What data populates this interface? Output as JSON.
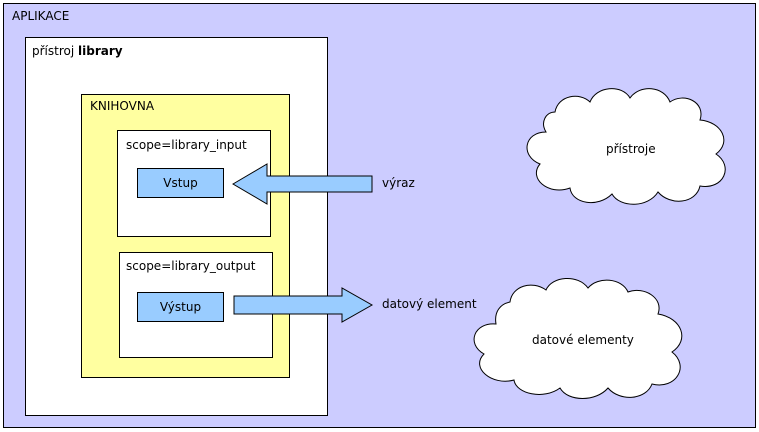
{
  "app": {
    "label": "APLIKACE"
  },
  "device": {
    "label_prefix": "přístroj",
    "label_name": "library"
  },
  "library": {
    "label": "KNIHOVNA"
  },
  "scope_input": {
    "label": "scope=library_input",
    "node": "Vstup"
  },
  "scope_output": {
    "label": "scope=library_output",
    "node": "Výstup"
  },
  "arrows": {
    "input_label": "výraz",
    "output_label": "datový element"
  },
  "clouds": {
    "devices": "přístroje",
    "data_elements": "datové elementy"
  },
  "colors": {
    "application": "#ccccff",
    "library": "#ffffa0",
    "node": "#99ccff",
    "cloud": "#ffffff"
  }
}
